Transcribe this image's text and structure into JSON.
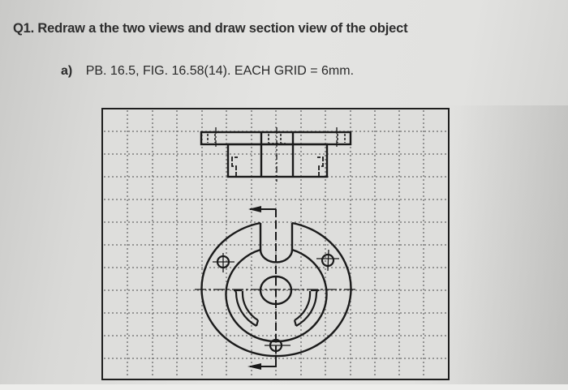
{
  "question": {
    "title": "Q1. Redraw a the two views and draw section view of the object",
    "part_label": "a)",
    "part_text": "PB. 16.5, FIG. 16.58(14). EACH GRID = 6mm."
  },
  "figure": {
    "description": "Grid sheet with top (front) view and plan view of a flanged circular part with U-slot, center bore, three bolt holes, and arc slots; cutting-plane line with arrows along vertical centerline",
    "grid": {
      "columns": 14,
      "rows": 12,
      "grid_size": "6mm",
      "line_style": "dotted"
    },
    "views": [
      "front-view",
      "top-view-with-cutting-plane"
    ],
    "line_color": "#1a1a1a",
    "grid_color": "#6a6a6a",
    "paper_color": "#dcdcda"
  }
}
